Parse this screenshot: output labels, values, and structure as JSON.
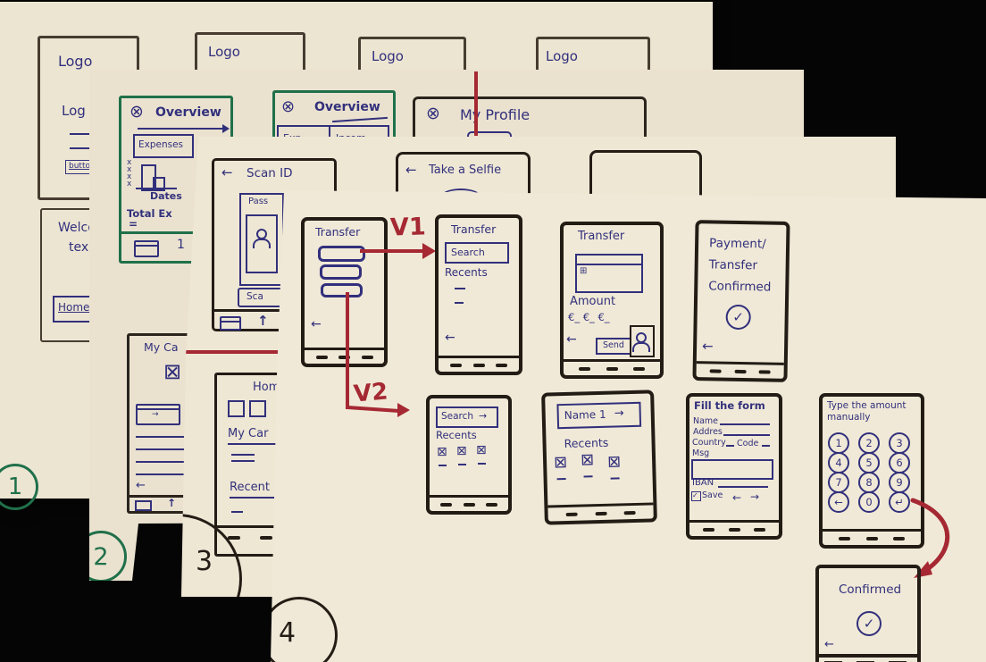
{
  "icons": {
    "close": "⊗",
    "back": "←",
    "up": "↑",
    "box": "⊠",
    "check": "✓",
    "enter": "↵",
    "grid": "⊞",
    "right": "→"
  },
  "sheet1": {
    "page_label": "1",
    "screen_login": {
      "logo": "Logo",
      "login": "Log",
      "button": "butto"
    },
    "screen_logo2": {
      "logo": "Logo"
    },
    "screen_logo3": {
      "logo": "Logo"
    },
    "screen_logo4": {
      "logo": "Logo"
    },
    "screen_welcome": {
      "line1": "Welco",
      "line2": "tex",
      "home_button": "Home b"
    }
  },
  "sheet2": {
    "page_label": "2",
    "overview_expenses": {
      "title": "Overview",
      "tab": "Expenses",
      "y_axis": "x x x x",
      "x_axis": "Dates",
      "total": "Total Ex",
      "equals": "=",
      "nav_value": "1"
    },
    "overview_tabs": {
      "title": "Overview",
      "tab_expenses": "Exp.",
      "tab_income": "Incom."
    },
    "my_profile": {
      "title": "My Profile"
    },
    "my_cards": {
      "title": "My Ca"
    }
  },
  "sheet3": {
    "page_label": "3",
    "scan_id": {
      "title": "Scan ID",
      "card": "Pass",
      "button": "Sca"
    },
    "take_selfie": {
      "title": "Take a Selfie"
    },
    "home": {
      "title": "Hom",
      "item1": "My Car",
      "item2": "Recent"
    }
  },
  "sheet4": {
    "page_label": "4",
    "variant1_label": "V1",
    "variant2_label": "V2",
    "transfer_menu": {
      "title": "Transfer"
    },
    "transfer_search": {
      "title": "Transfer",
      "search": "Search",
      "recents": "Recents"
    },
    "transfer_amount": {
      "title": "Transfer",
      "amount": "Amount",
      "currency": "€_ €_ €_",
      "send": "Send"
    },
    "payment_confirmed": {
      "line1": "Payment/",
      "line2": "Transfer",
      "line3": "Confirmed"
    },
    "search_screen": {
      "search": "Search",
      "recents": "Recents"
    },
    "name_screen": {
      "name": "Name 1",
      "recents": "Recents"
    },
    "fill_form": {
      "title": "Fill the form",
      "f_name": "Name",
      "f_address": "Addres",
      "f_country": "Country",
      "f_code": "Code",
      "f_msg": "Msg",
      "f_iban": "IBAN",
      "save": "Save"
    },
    "keypad": {
      "title_line1": "Type the amount",
      "title_line2": "manually",
      "keys": [
        "1",
        "2",
        "3",
        "4",
        "5",
        "6",
        "7",
        "8",
        "9",
        "0"
      ]
    },
    "confirmed": {
      "title": "Confirmed"
    }
  },
  "colors": {
    "ink": "#32307c",
    "green": "#20704a",
    "red": "#a52832",
    "frame": "#241d16",
    "paper": "#ece5d2"
  }
}
